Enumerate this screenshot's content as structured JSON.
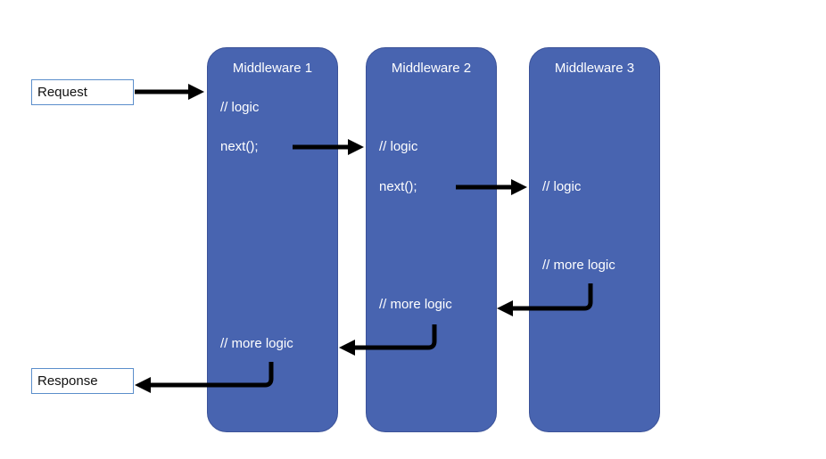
{
  "request_label": "Request",
  "response_label": "Response",
  "middlewares": [
    {
      "title": "Middleware 1",
      "logic": "// logic",
      "next": "next();",
      "more_logic": "// more logic"
    },
    {
      "title": "Middleware 2",
      "logic": "// logic",
      "next": "next();",
      "more_logic": "// more logic"
    },
    {
      "title": "Middleware 3",
      "logic": "// logic",
      "more_logic": "// more logic"
    }
  ],
  "colors": {
    "box_fill": "#4864b0",
    "box_text": "#ffffff",
    "arrow": "#000000",
    "io_border": "#5b8ecb"
  }
}
